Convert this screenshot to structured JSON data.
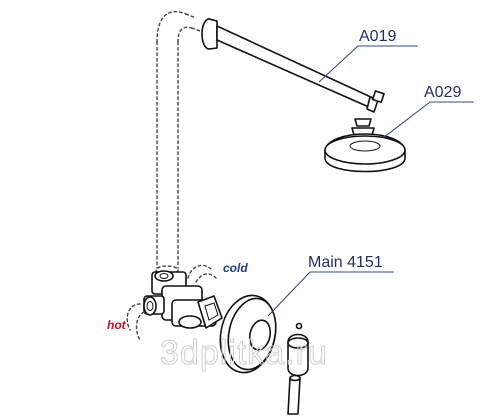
{
  "labels": {
    "arm": "A019",
    "head": "A029",
    "mixer": "Main 4151",
    "cold": "cold",
    "hot": "hot"
  },
  "watermark": "3dplitka.ru",
  "colors": {
    "label": "#1d2f68",
    "leader": "#2b4d8c",
    "cold": "#1f3f86",
    "hot": "#c8102e",
    "line": "#111111"
  }
}
